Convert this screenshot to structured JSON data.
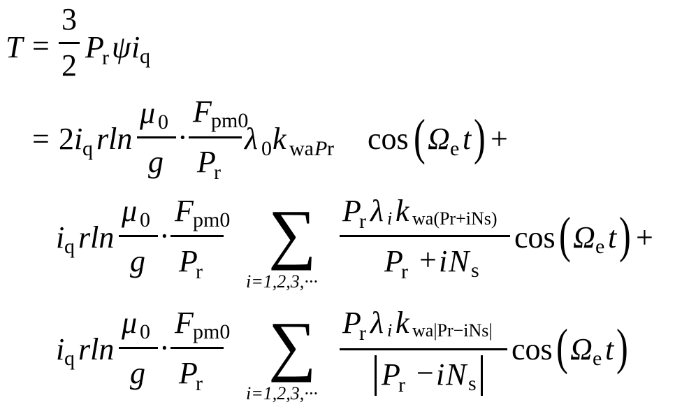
{
  "equation": {
    "description": "Electromagnetic torque expression",
    "line1": {
      "lhs": "T",
      "eq": "=",
      "frac_num": "3",
      "frac_den": "2",
      "P": "P",
      "r": "r",
      "psi": "ψ",
      "i": "i",
      "q": "q"
    },
    "line2": {
      "eq": "=",
      "coef": "2",
      "i": "i",
      "q": "q",
      "rln": "rln",
      "mu": "μ",
      "zero": "0",
      "g": "g",
      "dot": "·",
      "F": "F",
      "pm0": "pm0",
      "P": "P",
      "r": "r",
      "lambda": "λ",
      "k": "k",
      "wa": "wa",
      "Pr_sub_P": "P",
      "Pr_sub_r": "r",
      "cos": "cos",
      "lparen": "(",
      "Omega": "Ω",
      "e": "e",
      "t": "t",
      "rparen": ")",
      "plus": "+"
    },
    "line3": {
      "i": "i",
      "q": "q",
      "rln": "rln",
      "mu": "μ",
      "zero": "0",
      "g": "g",
      "dot": "·",
      "F": "F",
      "pm0": "pm0",
      "P": "P",
      "r": "r",
      "sigma": "∑",
      "sum_index": "i=1,2,3,···",
      "num_P": "P",
      "num_r": "r",
      "lambda": "λ",
      "lambda_i": "i",
      "k": "k",
      "k_sub": "wa(Pr+iNs)",
      "den_P": "P",
      "den_r": "r",
      "den_plus": "+",
      "den_i": "i",
      "den_N": "N",
      "den_s": "s",
      "cos": "cos",
      "lparen": "(",
      "Omega": "Ω",
      "e": "e",
      "t": "t",
      "rparen": ")",
      "plus": "+"
    },
    "line4": {
      "i": "i",
      "q": "q",
      "rln": "rln",
      "mu": "μ",
      "zero": "0",
      "g": "g",
      "dot": "·",
      "F": "F",
      "pm0": "pm0",
      "P": "P",
      "r": "r",
      "sigma": "∑",
      "sum_index": "i=1,2,3,···",
      "num_P": "P",
      "num_r": "r",
      "lambda": "λ",
      "lambda_i": "i",
      "k": "k",
      "k_sub": "wa|Pr−iNs|",
      "den_P": "P",
      "den_r": "r",
      "den_minus": "−",
      "den_i": "i",
      "den_N": "N",
      "den_s": "s",
      "cos": "cos",
      "lparen": "(",
      "Omega": "Ω",
      "e": "e",
      "t": "t",
      "rparen": ")"
    }
  }
}
